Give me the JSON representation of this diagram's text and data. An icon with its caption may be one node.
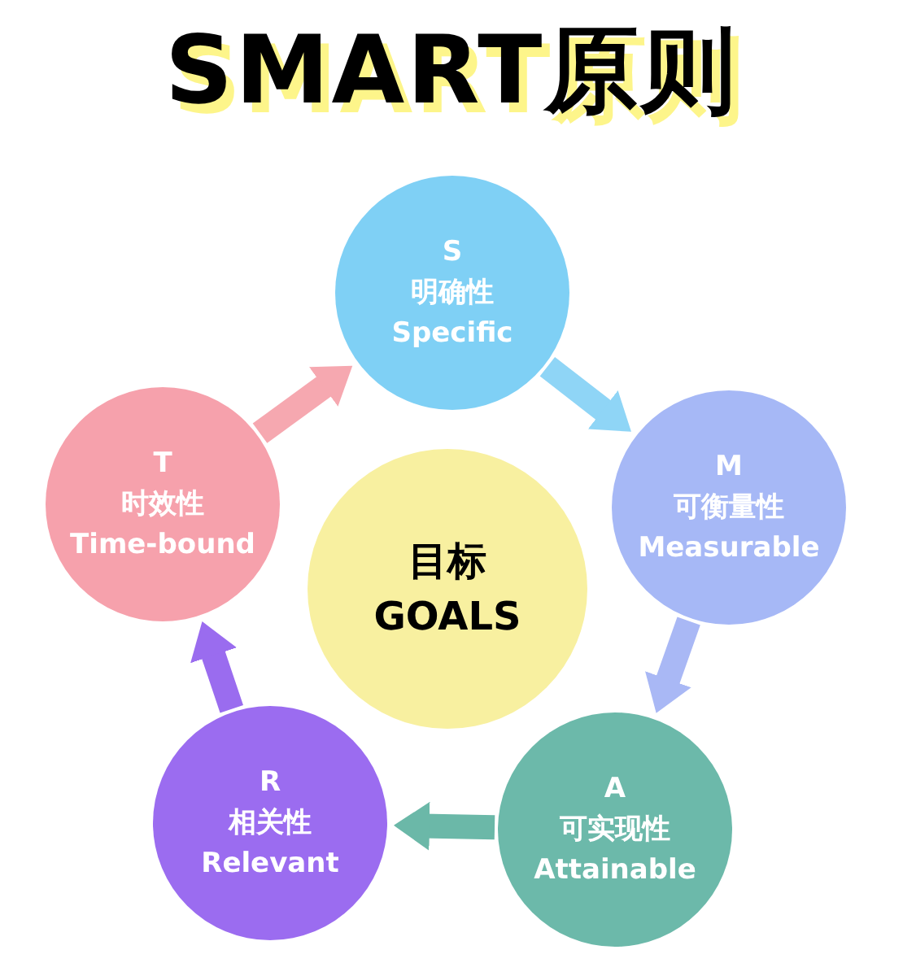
{
  "diagram": {
    "title": "SMART原则",
    "nodes": [
      {
        "text": [
          "S",
          "明确性",
          "Specific"
        ]
      },
      {
        "text": [
          "M",
          "可衡量性",
          "Measurable"
        ]
      },
      {
        "text": [
          "A",
          "可实现性",
          "Attainable"
        ]
      },
      {
        "text": [
          "R",
          "相关性",
          "Relevant"
        ]
      },
      {
        "text": [
          "T",
          "时效性",
          "Time-bound"
        ]
      },
      {
        "text": [
          "目标",
          "GOALS"
        ]
      }
    ],
    "edges": [
      {
        "from": 0,
        "to": 1,
        "arrow": "to",
        "color": "#8fd5f6"
      },
      {
        "from": 1,
        "to": 2,
        "arrow": "to",
        "color": "#a9b8f5"
      },
      {
        "from": 2,
        "to": 3,
        "arrow": "to",
        "color": "#6bb8a8"
      },
      {
        "from": 3,
        "to": 4,
        "arrow": "to",
        "color": "#9a6cef"
      },
      {
        "from": 4,
        "to": 0,
        "arrow": "to",
        "color": "#f6a8b0"
      }
    ]
  }
}
